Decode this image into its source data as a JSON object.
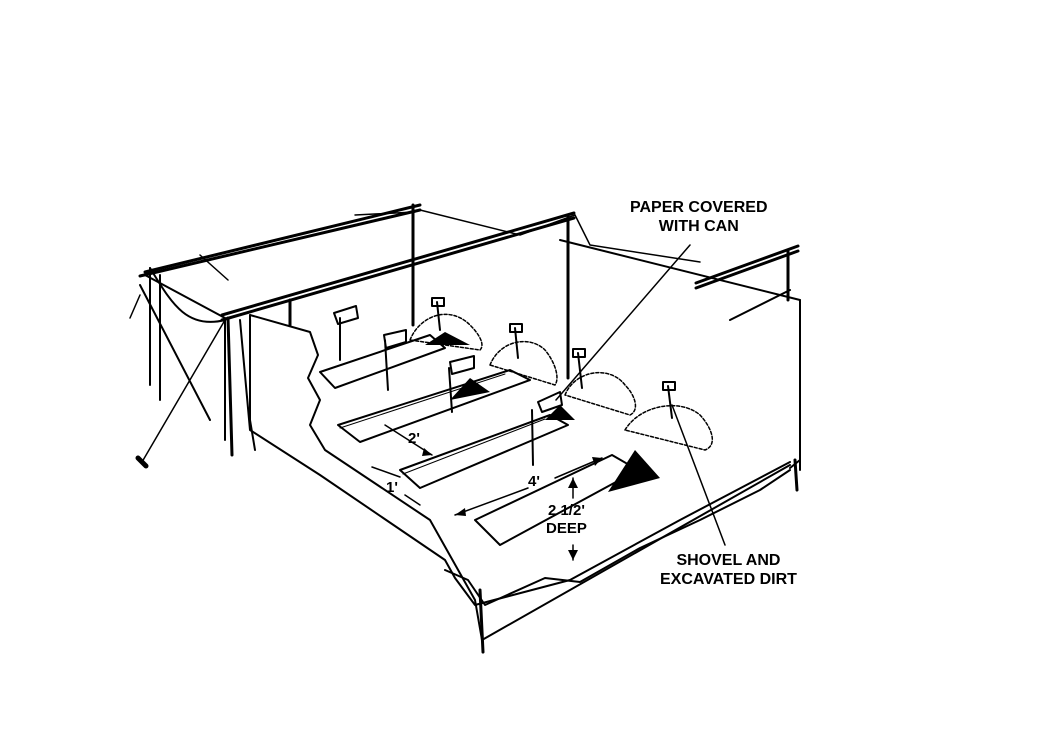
{
  "labels": {
    "paper": {
      "line1": "PAPER COVERED",
      "line2": "WITH CAN"
    },
    "shovel": {
      "line1": "SHOVEL AND",
      "line2": "EXCAVATED DIRT"
    }
  },
  "dimensions": {
    "spacing": "2'",
    "width": "1'",
    "length": "4'",
    "depth": {
      "line1": "2 1/2'",
      "line2": "DEEP"
    }
  },
  "colors": {
    "ink": "#000000",
    "paper": "#ffffff"
  }
}
